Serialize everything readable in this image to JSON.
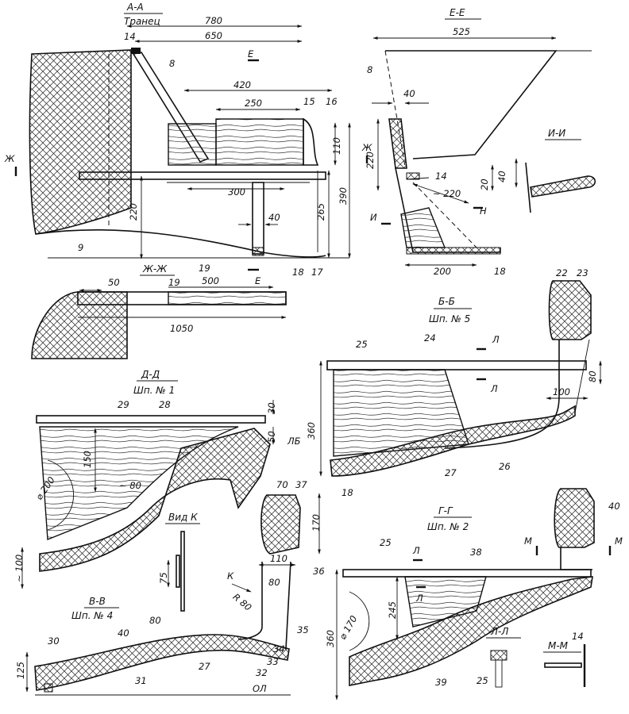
{
  "sections": {
    "aa": {
      "title": "А-А",
      "subtitle": "Транец",
      "dims": [
        "780",
        "650",
        "420",
        "250",
        "300",
        "40",
        "110",
        "390",
        "265",
        "220"
      ],
      "parts": [
        "14",
        "8",
        "15",
        "16",
        "9",
        "19",
        "18",
        "17"
      ],
      "cuts": [
        "Е",
        "Ж",
        "Е"
      ]
    },
    "ee": {
      "title": "Е-Е",
      "dims": [
        "525",
        "40",
        "220",
        "~ 220",
        "20",
        "200"
      ],
      "parts": [
        "8",
        "14",
        "18"
      ],
      "cuts": [
        "Ж",
        "И",
        "Н"
      ]
    },
    "ii": {
      "title": "И-И",
      "dims": [
        "40"
      ]
    },
    "zhzh": {
      "title": "Ж-Ж",
      "dims": [
        "50",
        "500",
        "1050"
      ],
      "parts": [
        "19"
      ]
    },
    "bb": {
      "title": "Б-Б",
      "subtitle": "Шп. № 5",
      "dims": [
        "80",
        "100",
        "360"
      ],
      "parts": [
        "22",
        "23",
        "25",
        "24",
        "27",
        "26",
        "18"
      ],
      "cuts": [
        "Л",
        "Л"
      ]
    },
    "dd": {
      "title": "Д-Д",
      "subtitle": "Шп. № 1",
      "dims": [
        "30",
        "50",
        "150",
        "⌀ 200",
        "~ 80",
        "~ 100",
        "70",
        "170",
        "110",
        "80",
        "R 80"
      ],
      "parts": [
        "29",
        "28",
        "37",
        "36"
      ],
      "cuts": [
        "ЛБ"
      ]
    },
    "vidk": {
      "title": "Вид К",
      "dims": [
        "75"
      ],
      "cuts": [
        "К"
      ]
    },
    "vv": {
      "title": "В-В",
      "subtitle": "Шп. № 4",
      "dims": [
        "40",
        "80",
        "125"
      ],
      "parts": [
        "30",
        "31",
        "27",
        "32",
        "33",
        "34",
        "35"
      ],
      "baseline": "ОЛ"
    },
    "gg": {
      "title": "Г-Г",
      "subtitle": "Шп. № 2",
      "dims": [
        "245",
        "⌀ 170",
        "360"
      ],
      "parts": [
        "25",
        "38",
        "39",
        "40"
      ],
      "cuts": [
        "Л",
        "Л",
        "М",
        "М"
      ]
    },
    "ll": {
      "title": "Л-Л",
      "parts": [
        "25"
      ]
    },
    "mm": {
      "title": "М-М",
      "parts": [
        "14"
      ]
    }
  }
}
